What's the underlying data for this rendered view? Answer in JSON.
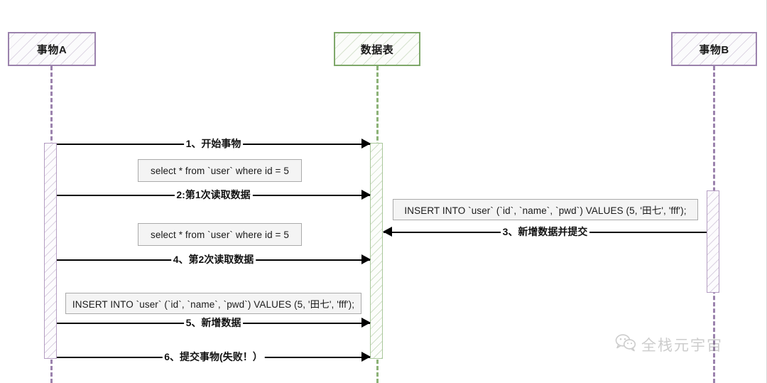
{
  "diagram": {
    "type": "sequence-diagram",
    "background": "#ffffff",
    "colors": {
      "actor_purple": "#9b82ad",
      "actor_green": "#7fa86a",
      "arrow": "#000000",
      "note_fill": "#f4f4f4",
      "note_border": "#aaaaaa"
    }
  },
  "actors": [
    {
      "id": "a",
      "label": "事物A",
      "color": "purple"
    },
    {
      "id": "db",
      "label": "数据表",
      "color": "green"
    },
    {
      "id": "b",
      "label": "事物B",
      "color": "purple"
    }
  ],
  "messages": [
    {
      "index": 1,
      "label": "1、开始事物",
      "from": "a",
      "to": "db",
      "direction": "right"
    },
    {
      "index": 2,
      "label": "2:第1次读取数据",
      "from": "a",
      "to": "db",
      "direction": "right"
    },
    {
      "index": 3,
      "label": "3、新增数据并提交",
      "from": "b",
      "to": "db",
      "direction": "left"
    },
    {
      "index": 4,
      "label": "4、第2次读取数据",
      "from": "a",
      "to": "db",
      "direction": "right"
    },
    {
      "index": 5,
      "label": "5、新增数据",
      "from": "a",
      "to": "db",
      "direction": "right"
    },
    {
      "index": 6,
      "label": "6、提交事物(失败！）",
      "from": "a",
      "to": "db",
      "direction": "right"
    }
  ],
  "notes": [
    {
      "id": "note1",
      "text": "select *  from `user` where id = 5",
      "owner": "a"
    },
    {
      "id": "note2",
      "text": "select *  from `user` where id = 5",
      "owner": "a"
    },
    {
      "id": "note3",
      "text": "INSERT INTO `user` (`id`, `name`, `pwd`) VALUES (5, '田七', 'fff');",
      "owner": "b"
    },
    {
      "id": "note4",
      "text": "INSERT INTO `user` (`id`, `name`, `pwd`) VALUES (5, '田七', 'fff');",
      "owner": "a"
    }
  ],
  "watermark": {
    "text": "全栈元宇宙",
    "icon": "wechat-icon"
  }
}
